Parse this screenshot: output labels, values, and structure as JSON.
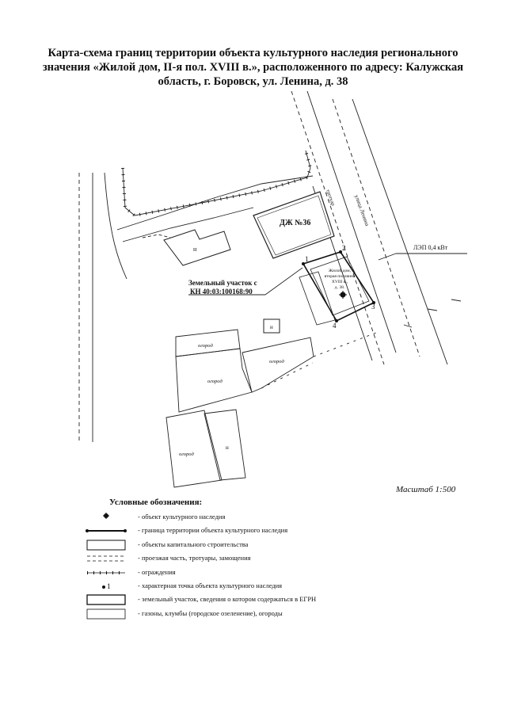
{
  "title": {
    "line1": "Карта-схема границ территории объекта культурного наследия  регионального",
    "line2": "значения «Жилой дом, II-я пол. XVIII в.», расположенного по адресу: Калужская",
    "line3": "область, г. Боровск, ул. Ленина, д. 38"
  },
  "map": {
    "street_name": "улица Ленина",
    "sidewalk_label": "тротуар",
    "power_line": "ЛЭП 0,4 кВт",
    "building_dzh36": "ДЖ №36",
    "heritage_building": [
      "Жилой дом,",
      "вторая половина",
      "XVIII в.,",
      "д. 38."
    ],
    "land_plot": [
      "Земельный участок с",
      "КН 40:03:100168:90"
    ],
    "building_letter": "н",
    "garden_label": "огород",
    "points": [
      "1",
      "2",
      "3",
      "4"
    ]
  },
  "scale": "Масштаб 1:500",
  "legend": {
    "heading": "Условные обозначения:",
    "items": [
      {
        "symbol": "heritage-object",
        "text": "- объект культурного наследия"
      },
      {
        "symbol": "heritage-boundary",
        "text": "- граница территории объекта культурного наследия"
      },
      {
        "symbol": "capital-construction",
        "text": "- объекты капитального строительства"
      },
      {
        "symbol": "roadway",
        "text": "- проезжая часть, тротуары, замощения"
      },
      {
        "symbol": "fence",
        "text": "- ограждения"
      },
      {
        "symbol": "characteristic-point",
        "text": "- характерная точка объекта культурного наследия"
      },
      {
        "symbol": "land-plot",
        "text": "- земельный участок, сведения о котором содержаться в ЕГРН"
      },
      {
        "symbol": "lawns",
        "text": "- газоны, клумбы (городское озеленение), огороды"
      }
    ],
    "point_label": "1"
  }
}
